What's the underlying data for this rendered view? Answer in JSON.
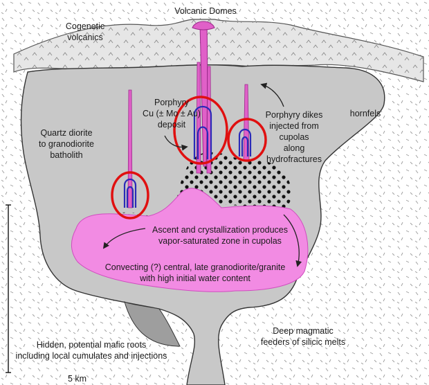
{
  "labels": {
    "volcanic_domes": "Volcanic Domes",
    "cogenetic_line1": "Cogenetic",
    "cogenetic_line2": "volcanics",
    "porphyry_line1": "Porphyry",
    "porphyry_line2": "Cu (± Mo ± Au)",
    "porphyry_line3": "deposit",
    "quartz_line1": "Quartz diorite",
    "quartz_line2": "to granodiorite",
    "quartz_line3": "batholith",
    "dikes_line1": "Porphyry dikes",
    "dikes_line2": "injected from",
    "dikes_line3": "cupolas",
    "dikes_line4": "along",
    "dikes_line5": "hydrofractures",
    "hornfels": "hornfels",
    "ascent_line1": "Ascent and crystallization produces",
    "ascent_line2": "vapor-saturated zone in cupolas",
    "convecting_line1": "Convecting (?) central, late granodiorite/granite",
    "convecting_line2": "with high initial water content",
    "hidden_line1": "Hidden, potential mafic roots",
    "hidden_line2": "including local cumulates and injections",
    "deep_line1": "Deep magmatic",
    "deep_line2": "feeders of silicic melts",
    "scale_bar": "5 km"
  },
  "colors": {
    "batholith": "#c8c8c8",
    "volcanics": "#e6e6e6",
    "magma": "#f28be3",
    "dike": "#e060c8",
    "ore_shell": "#2a2ab8",
    "highlight_circle": "#e01010",
    "dots": "#111111"
  }
}
